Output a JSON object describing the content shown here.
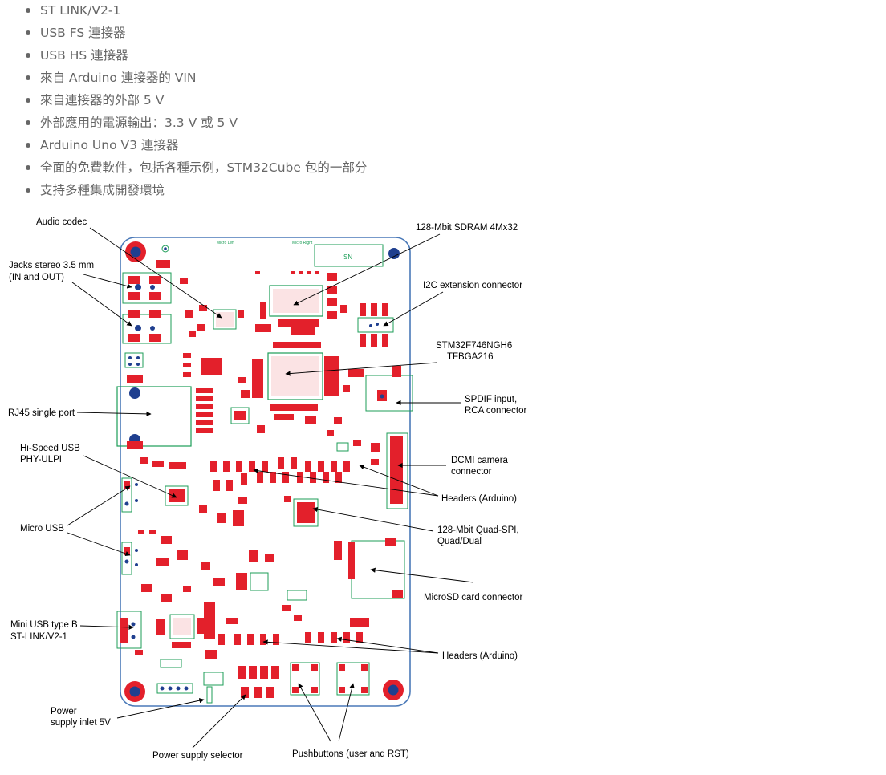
{
  "features": [
    "ST LINK/V2-1",
    "USB FS 連接器",
    "USB HS 連接器",
    "來自 Arduino 連接器的 VIN",
    "來自連接器的外部 5 V",
    "外部應用的電源輸出：3.3 V 或 5 V",
    "Arduino Uno V3 連接器",
    "全面的免費軟件，包括各種示例，STM32Cube 包的一部分",
    "支持多種集成開發環境"
  ],
  "diagram": {
    "labels": {
      "audio_codec": "Audio codec",
      "jacks_line1": "Jacks stereo 3.5 mm",
      "jacks_line2": "(IN and OUT)",
      "rj45": "RJ45 single port",
      "hs_usb_line1": "Hi-Speed USB",
      "hs_usb_line2": "PHY-ULPI",
      "micro_usb": "Micro USB",
      "mini_usb_line1": "Mini USB type B",
      "mini_usb_line2": "ST-LINK/V2-1",
      "power_inlet_line1": "Power",
      "power_inlet_line2": "supply inlet 5V",
      "power_selector": "Power supply selector",
      "pushbuttons": "Pushbuttons (user and RST)",
      "sdram": "128-Mbit SDRAM 4Mx32",
      "i2c": "I2C extension connector",
      "mcu_line1": "STM32F746NGH6",
      "mcu_line2": "TFBGA216",
      "spdif_line1": "SPDIF input,",
      "spdif_line2": "RCA connector",
      "dcmi_line1": "DCMI camera",
      "dcmi_line2": "connector",
      "headers_top": "Headers (Arduino)",
      "qspi_line1": "128-Mbit Quad-SPI,",
      "qspi_line2": "Quad/Dual",
      "microsd": "MicroSD card connector",
      "headers_bottom": "Headers (Arduino)"
    },
    "silkscreen": {
      "sn": "SN",
      "micro_left": "Micro Left",
      "micro_right": "Micro Right"
    },
    "colors": {
      "board_outline": "#4a79b8",
      "trace": "#1c9d57",
      "pad": "#e3202b",
      "hole": "#1f3f8f"
    }
  }
}
